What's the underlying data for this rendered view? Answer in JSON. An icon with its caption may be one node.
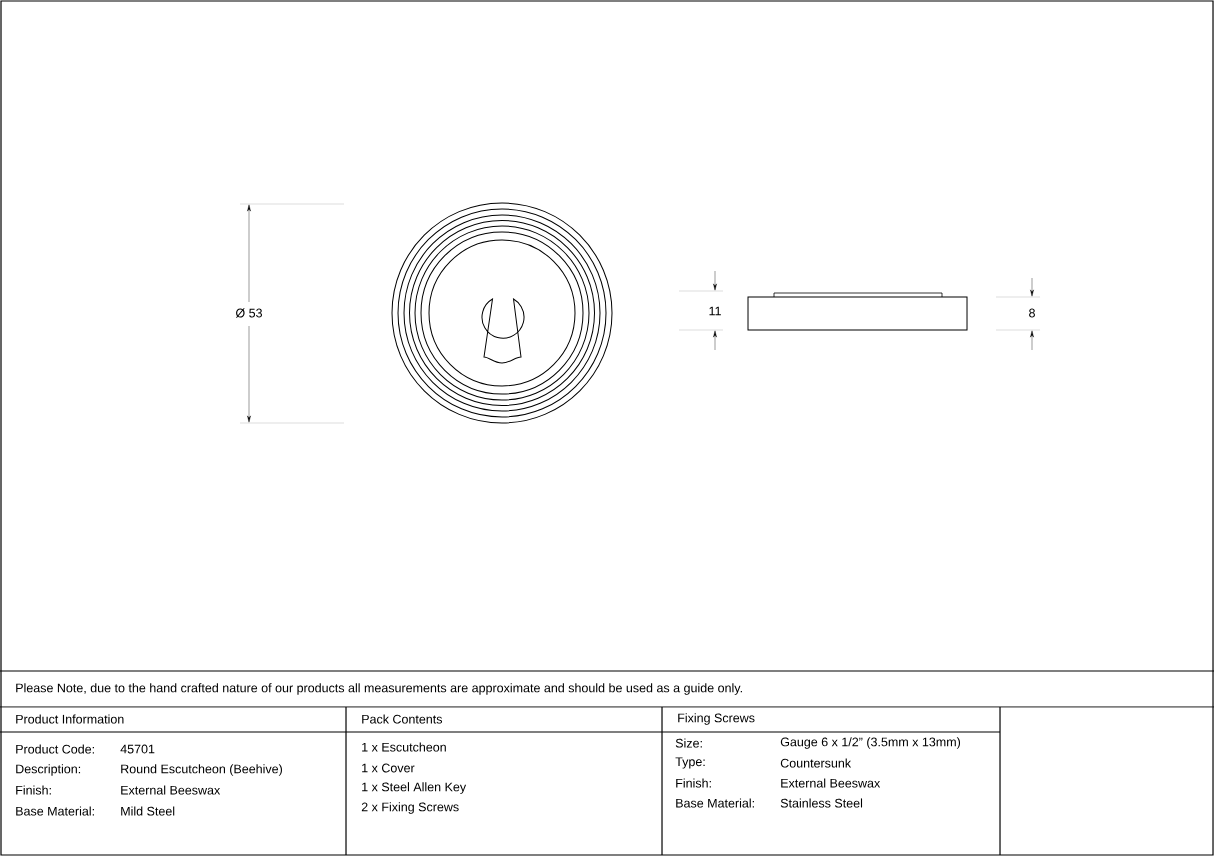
{
  "diagram": {
    "labels": [
      "Ø 53",
      "11",
      "8",
      "Please Note, due to the hand crafted nature of our products all measurements are approximate and should be used as a guide only.",
      "Product Information",
      "Pack Contents",
      "Fixing Screws",
      "Product Code:",
      "45701",
      "1 x Escutcheon",
      "Size:",
      "Gauge 6 x 1/2” (3.5mm x 13mm)",
      "Description:",
      "Round Escutcheon (Beehive)",
      "1 x Cover",
      "Type:",
      "Countersunk",
      "Finish:",
      "External Beeswax",
      "1 x Steel Allen Key",
      "Finish:",
      "External Beeswax",
      "Base Material:",
      "Mild Steel",
      "2 x Fixing Screws",
      "Base Material:",
      "Stainless Steel"
    ]
  }
}
